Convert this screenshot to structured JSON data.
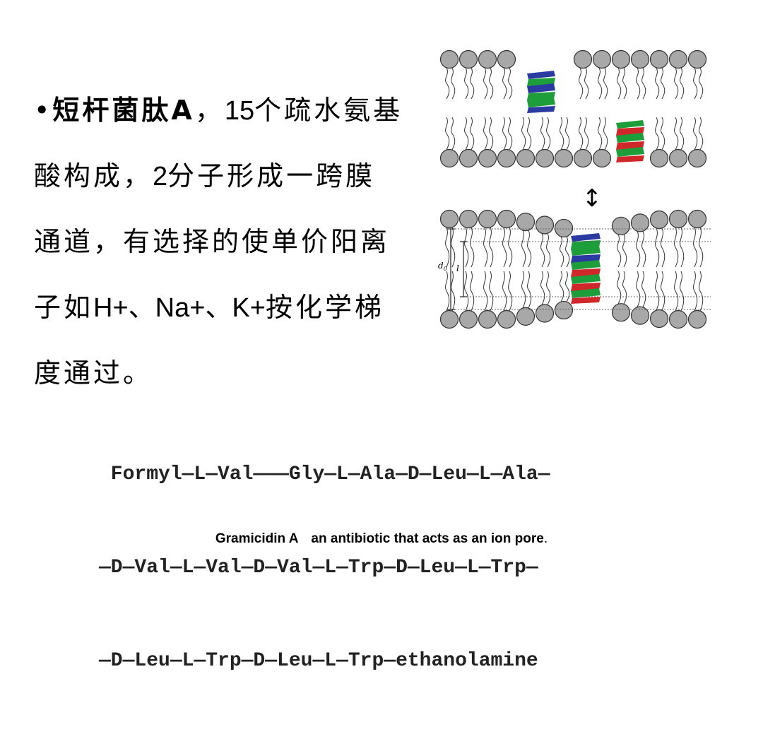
{
  "slide": {
    "text_lines": [
      {
        "bullet": "•",
        "bold": "短杆菌肽A",
        "rest_a": "，",
        "num": "15",
        "rest_b": "个疏水氨基"
      },
      {
        "a": "酸构成，",
        "num": "2",
        "b": "分子形成一跨膜"
      },
      {
        "a": "通道，有选择的使单价阳离"
      },
      {
        "a": "子如",
        "ions": "H+、Na+、K+",
        "b": "按化学梯"
      },
      {
        "a": "度通过。"
      }
    ],
    "sequence_lines": [
      " Formyl—L—Val———Gly—L—Ala—D—Leu—L—Ala—",
      "—D—Val—L—Val—D—Val—L—Trp—D—Leu—L—Trp—",
      "—D—Leu—L—Trp—D—Leu—L—Trp—ethanolamine"
    ],
    "caption": {
      "part1": "Gramicidin A",
      "part2": "an antibiotic that acts as an ion pore",
      "period": "."
    },
    "diagram": {
      "label_d0": "d",
      "label_d0_sub": "0",
      "label_l": "l",
      "arrow": "↕",
      "colors": {
        "head": "#a8a8a8",
        "helix_green": "#1e9e3a",
        "helix_blue": "#2b3aa0",
        "helix_red": "#d0282a"
      }
    }
  }
}
